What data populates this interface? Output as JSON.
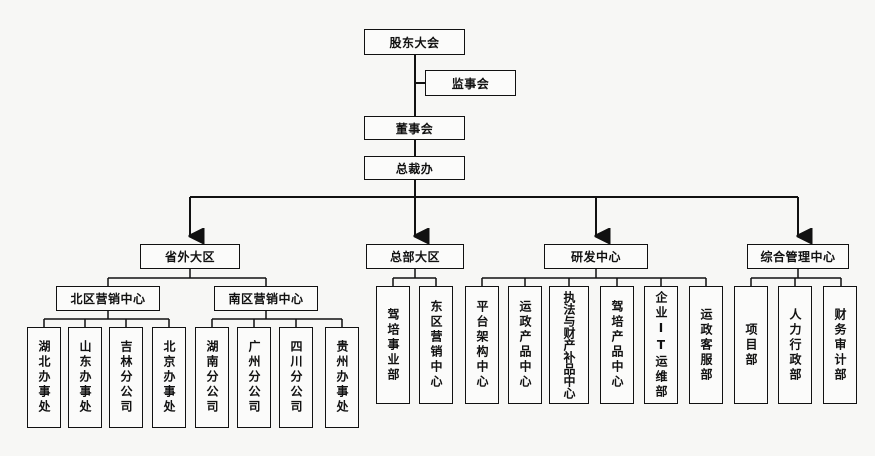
{
  "top": {
    "shareholders": "股东大会",
    "supervisors": "监事会",
    "board": "董事会",
    "ceo_office": "总裁办"
  },
  "divisions": {
    "overseas": {
      "label": "省外大区",
      "north": {
        "label": "北区营销中心",
        "units": [
          "湖北办事处",
          "山东办事处",
          "吉林分公司",
          "北京办事处"
        ]
      },
      "south": {
        "label": "南区营销中心",
        "units": [
          "湖南分公司",
          "广州分公司",
          "四川分公司",
          "贵州办事处"
        ]
      }
    },
    "hq": {
      "label": "总部大区",
      "units": [
        "驾培事业部",
        "东区营销中心"
      ]
    },
    "rd": {
      "label": "研发中心",
      "units": [
        "平台架构中心",
        "运政产品中心",
        "执法与财产补品中心",
        "驾培产品中心",
        "企业IT运维部",
        "运政客服部"
      ]
    },
    "admin": {
      "label": "综合管理中心",
      "units": [
        "项目部",
        "人力行政部",
        "财务审计部"
      ]
    }
  }
}
